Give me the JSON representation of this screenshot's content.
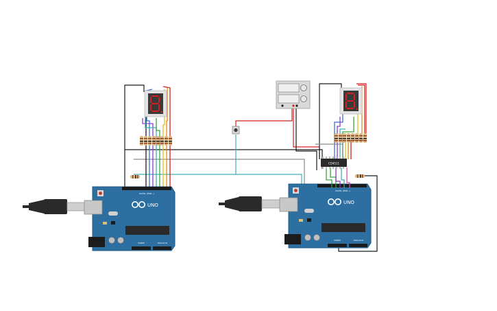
{
  "board_left": {
    "logo": "UNO",
    "label_digital": "DIGITAL (PWM ~)",
    "label_power": "POWER",
    "label_analog": "ANALOG IN"
  },
  "board_right": {
    "logo": "UNO",
    "label_digital": "DIGITAL (PWM ~)",
    "label_power": "POWER",
    "label_analog": "ANALOG IN"
  },
  "chip_right": {
    "label": "CD4511"
  },
  "colors": {
    "board": "#2c6fa0",
    "board_edge": "#1f5b86",
    "display_body": "#e3e3e3",
    "segment": "#d02020",
    "resistor": "#d8b98a",
    "wire_black": "#1c1c1c",
    "wire_red": "#d6201e",
    "wire_teal": "#3fb0b8",
    "wire_gray": "#8a8a8a"
  },
  "icons": [
    "usb-cable-icon",
    "seven-segment-display-icon",
    "pushbutton-icon",
    "power-supply-icon",
    "ic-chip-icon",
    "resistor-icon"
  ]
}
